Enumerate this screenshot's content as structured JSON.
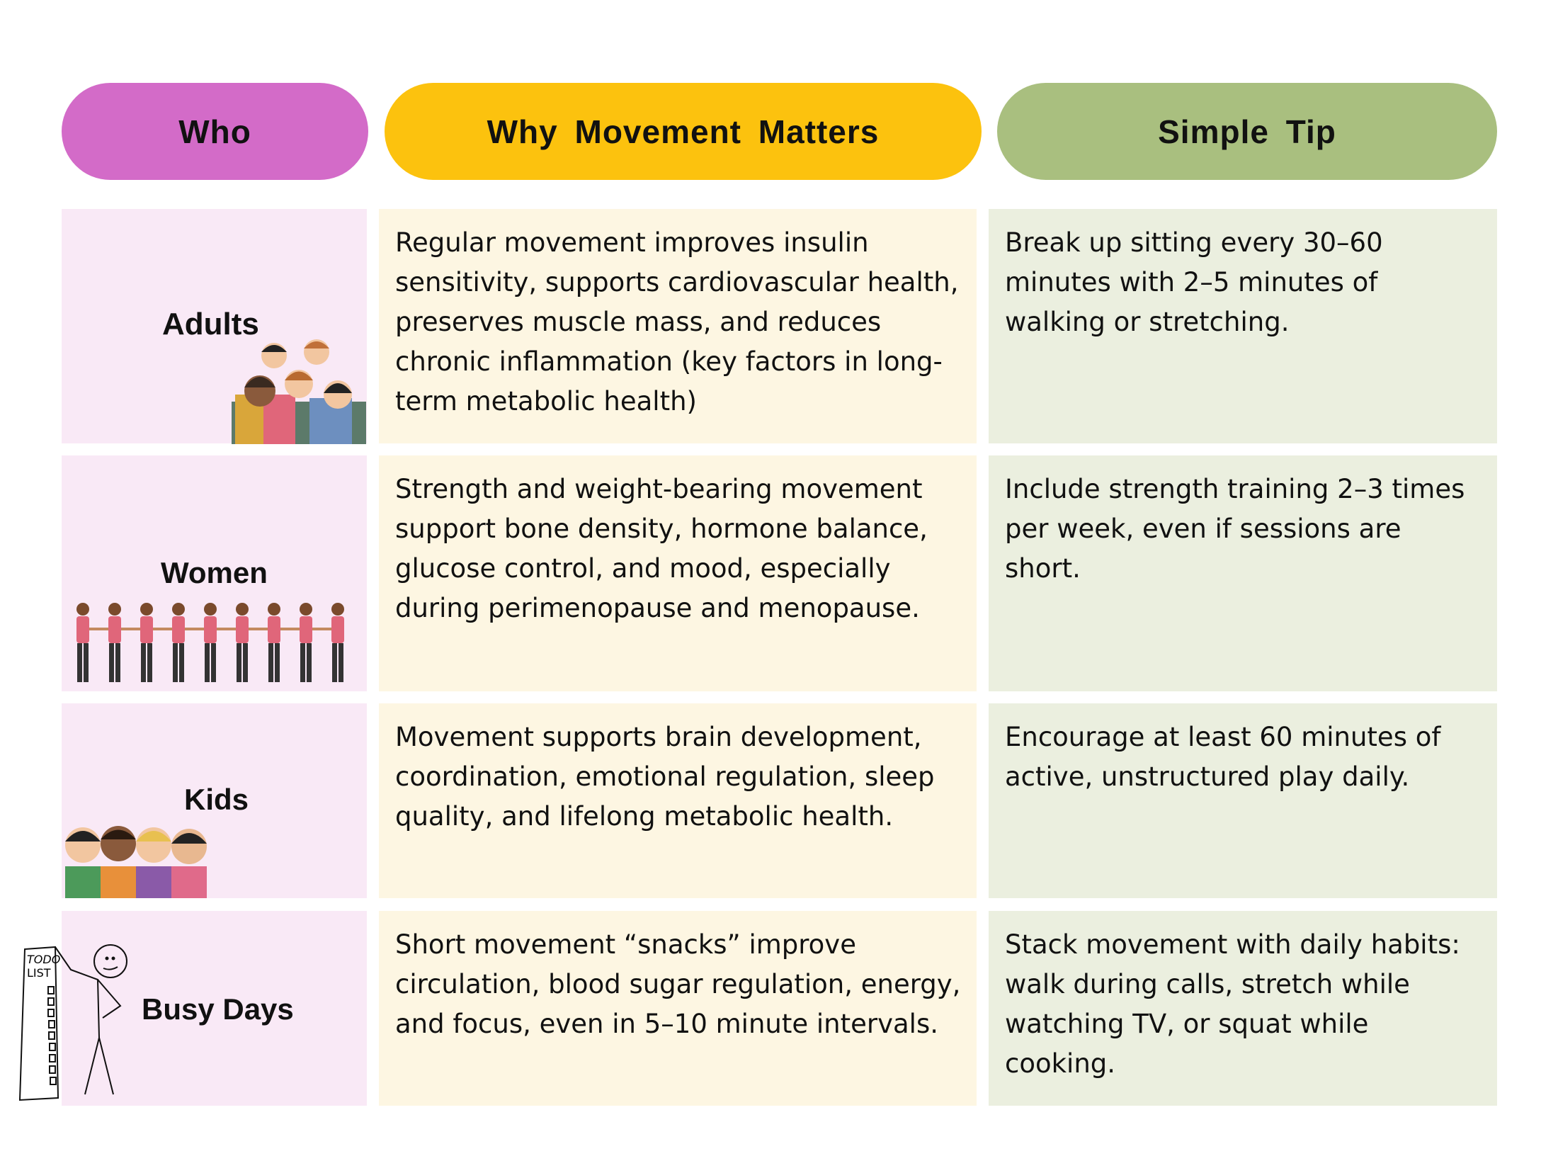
{
  "header": {
    "who": "Who",
    "why": "Why Movement Matters",
    "tip": "Simple Tip"
  },
  "colors": {
    "who": "#d36bc8",
    "why": "#fcc20e",
    "tip": "#a9bf7f"
  },
  "rows": [
    {
      "who": "Adults",
      "why": "Regular movement improves insulin sensitivity, supports cardiovascular health, preserves muscle mass, and reduces chronic inflammation (key factors in long-term metabolic health)",
      "tip": "Break up sitting every 30–60 minutes with 2–5 minutes of walking or stretching.",
      "icon": "group-of-adults-illustration"
    },
    {
      "who": "Women",
      "why": "Strength and weight-bearing movement support bone density, hormone balance, glucose control, and mood, especially during perimenopause and menopause.",
      "tip": "Include strength training 2–3 times per week, even if sessions are short.",
      "icon": "women-holding-hands-illustration"
    },
    {
      "who": "Kids",
      "why": "Movement supports brain development, coordination, emotional regulation, sleep quality, and lifelong metabolic health.",
      "tip": "Encourage at least 60 minutes of active, unstructured play daily.",
      "icon": "kids-illustration"
    },
    {
      "who": "Busy Days",
      "why": "Short movement “snacks” improve circulation, blood sugar regulation, energy, and focus, even in 5–10 minute intervals.",
      "tip": "Stack movement with daily habits: walk during calls, stretch while watching TV, or squat while cooking.",
      "icon": "stick-figure-todo-list-illustration",
      "todo_text": "TODO LIST"
    }
  ]
}
